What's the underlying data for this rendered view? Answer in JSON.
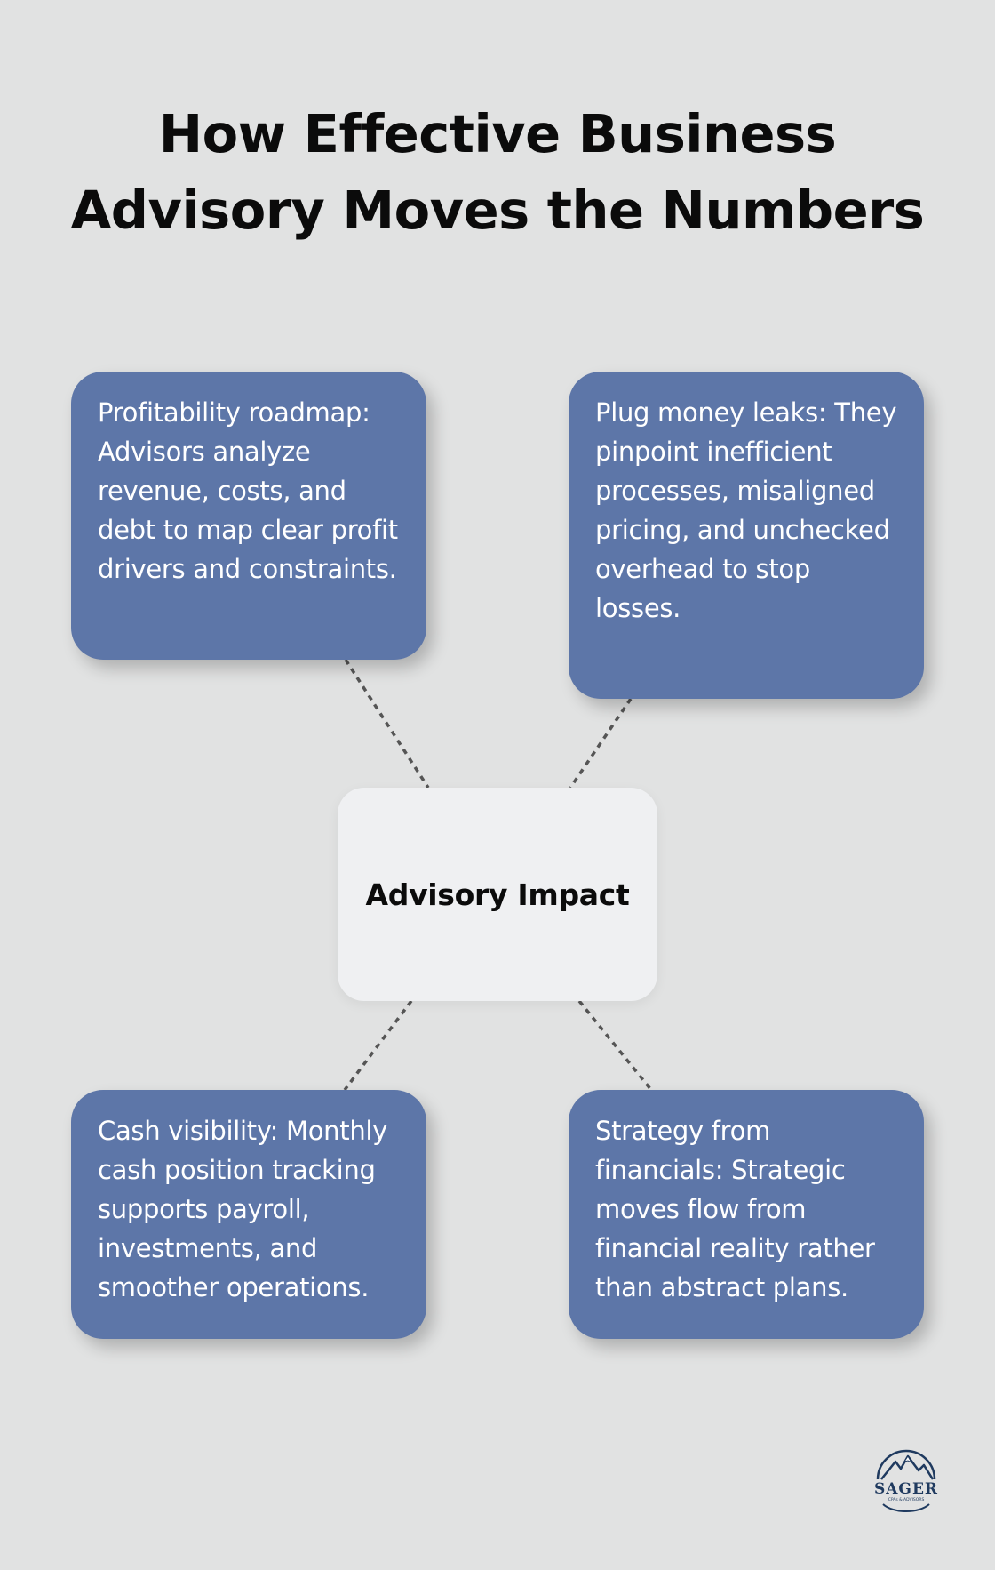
{
  "title": {
    "line1": "How Effective Business",
    "line2": "Advisory Moves the Numbers"
  },
  "center": {
    "label": "Advisory Impact"
  },
  "cards": [
    {
      "text": "Profitability roadmap: Advisors analyze revenue, costs, and debt to map clear profit drivers and constraints."
    },
    {
      "text": "Plug money leaks: They pinpoint inefficient processes, misaligned pricing, and unchecked overhead to stop losses."
    },
    {
      "text": "Cash visibility: Monthly cash position tracking supports payroll, investments, and smoother operations."
    },
    {
      "text": "Strategy from financials: Strategic moves flow from financial reality rather than abstract plans."
    }
  ],
  "colors": {
    "background": "#e1e2e2",
    "card": "#5d76a8",
    "center": "#eff0f2",
    "connector": "#555555",
    "logo": "#1f3a5f"
  },
  "logo": {
    "name": "SAGER",
    "tagline": "CPAs & ADVISORS",
    "icon": "mountain-icon"
  }
}
